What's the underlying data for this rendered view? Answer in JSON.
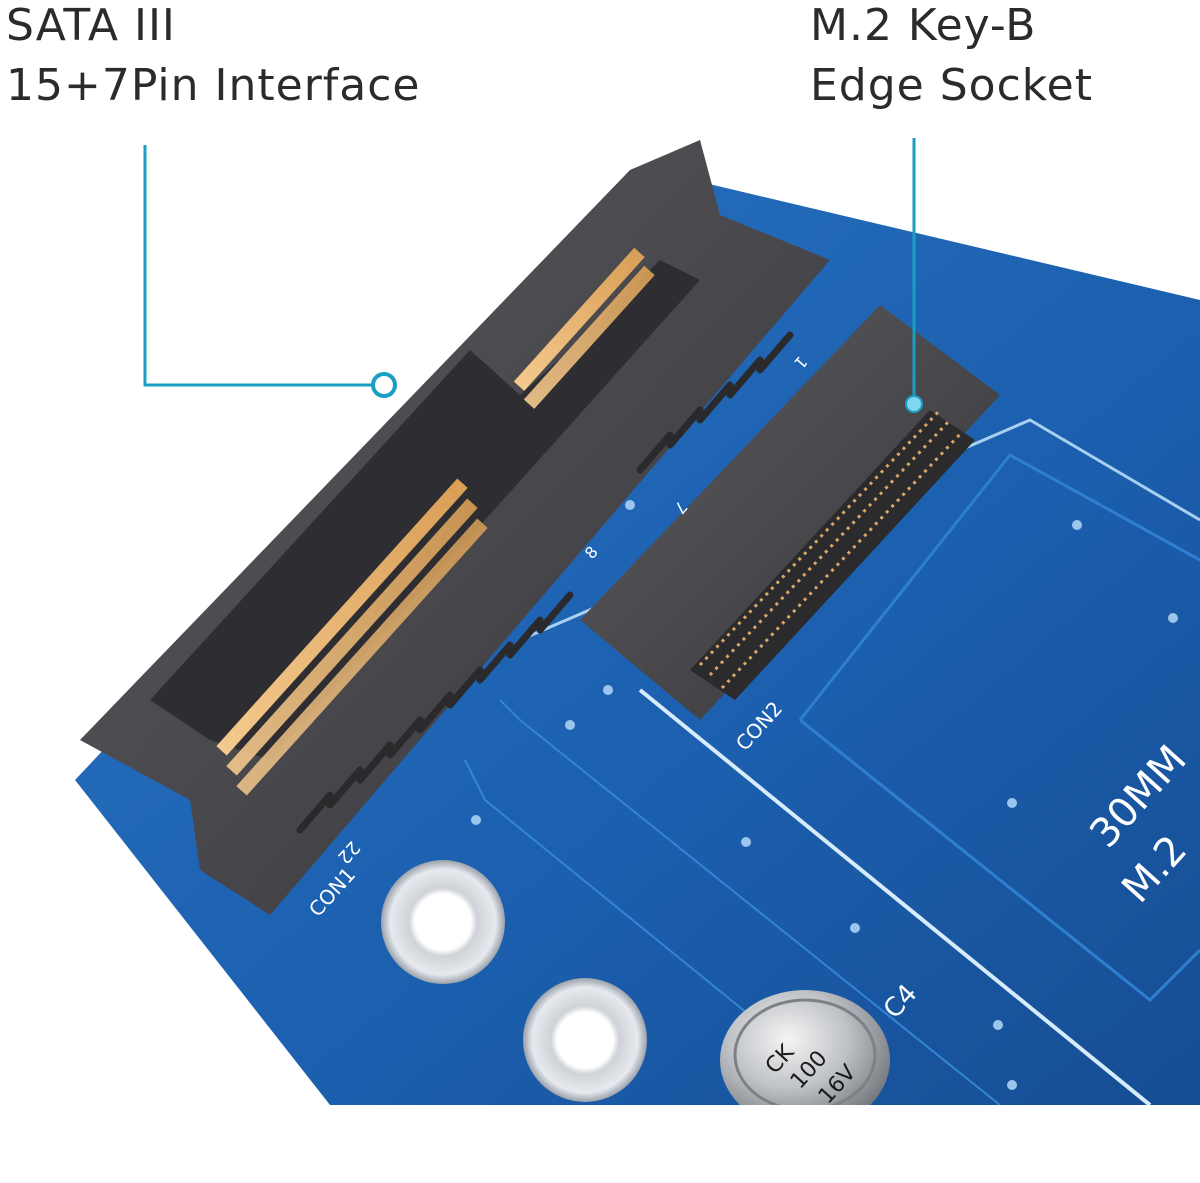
{
  "callouts": {
    "sata": {
      "line1": "SATA III",
      "line2": "15+7Pin Interface"
    },
    "m2": {
      "line1": "M.2 Key-B",
      "line2": "Edge Socket"
    }
  },
  "board_silkscreen": {
    "con1": "CON1",
    "con2": "CON2",
    "pin_22": "22",
    "pin_8": "8",
    "pin_7": "7",
    "pin_1": "1",
    "size": "30MM",
    "m2_text": "M.2",
    "cap_ref": "C4"
  },
  "capacitor": {
    "brand": "CK",
    "value": "100",
    "voltage": "16V"
  },
  "colors": {
    "pcb": "#1b5fae",
    "callout_line": "#1a9fc2",
    "connector": "#4a4a4d",
    "gold": "#e9b673"
  }
}
